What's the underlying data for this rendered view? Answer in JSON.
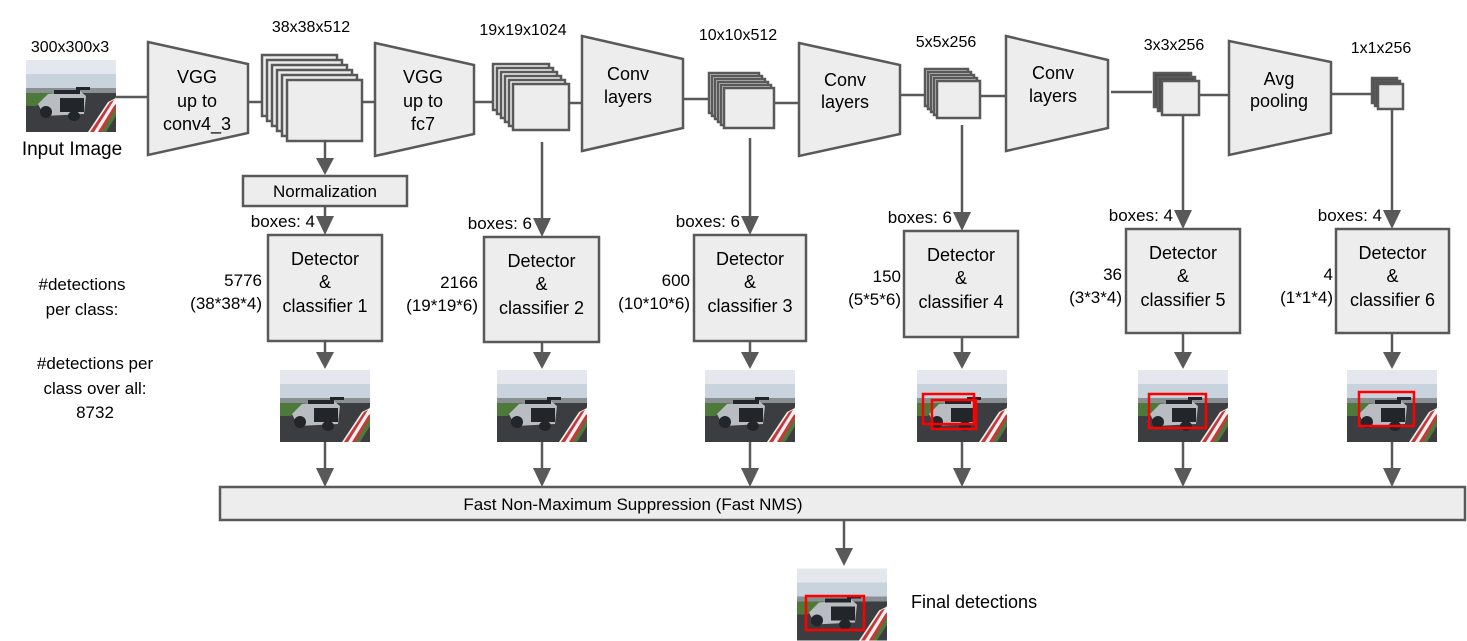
{
  "input": {
    "size_label": "300x300x3",
    "caption": "Input Image"
  },
  "backbone": [
    {
      "id": "vgg-conv4",
      "lines": [
        "VGG",
        "up to",
        "conv4_3"
      ]
    },
    {
      "id": "vgg-fc7",
      "lines": [
        "VGG",
        "up to",
        "fc7"
      ]
    },
    {
      "id": "conv-1",
      "lines": [
        "Conv",
        "layers"
      ]
    },
    {
      "id": "conv-2",
      "lines": [
        "Conv",
        "layers"
      ]
    },
    {
      "id": "conv-3",
      "lines": [
        "Conv",
        "layers"
      ]
    },
    {
      "id": "avg-pool",
      "lines": [
        "Avg",
        "pooling"
      ]
    }
  ],
  "feature_maps": [
    {
      "dims": "38x38x512"
    },
    {
      "dims": "19x19x1024"
    },
    {
      "dims": "10x10x512"
    },
    {
      "dims": "5x5x256"
    },
    {
      "dims": "3x3x256"
    },
    {
      "dims": "1x1x256"
    }
  ],
  "normalization": {
    "label": "Normalization"
  },
  "detectors": [
    {
      "boxes_label": "boxes: 4",
      "title": "Detector",
      "amp": "&",
      "name": "classifier 1",
      "count": "5776",
      "formula": "(38*38*4)",
      "detections": 0
    },
    {
      "boxes_label": "boxes: 6",
      "title": "Detector",
      "amp": "&",
      "name": "classifier 2",
      "count": "2166",
      "formula": "(19*19*6)",
      "detections": 0
    },
    {
      "boxes_label": "boxes: 6",
      "title": "Detector",
      "amp": "&",
      "name": "classifier 3",
      "count": "600",
      "formula": "(10*10*6)",
      "detections": 0
    },
    {
      "boxes_label": "boxes: 6",
      "title": "Detector",
      "amp": "&",
      "name": "classifier 4",
      "count": "150",
      "formula": "(5*5*6)",
      "detections": 2
    },
    {
      "boxes_label": "boxes: 4",
      "title": "Detector",
      "amp": "&",
      "name": "classifier 5",
      "count": "36",
      "formula": "(3*3*4)",
      "detections": 1
    },
    {
      "boxes_label": "boxes: 4",
      "title": "Detector",
      "amp": "&",
      "name": "classifier 6",
      "count": "4",
      "formula": "(1*1*4)",
      "detections": 1
    }
  ],
  "side_labels": {
    "per_class": [
      "#detections",
      "per class:"
    ],
    "over_all": [
      "#detections per",
      "class over all:",
      "8732"
    ]
  },
  "nms": {
    "label": "Fast Non-Maximum  Suppression (Fast NMS)"
  },
  "final": {
    "label": "Final detections"
  },
  "colors": {
    "block_fill": "#ededed",
    "stroke": "#595959",
    "detection_box": "#ff0000"
  }
}
